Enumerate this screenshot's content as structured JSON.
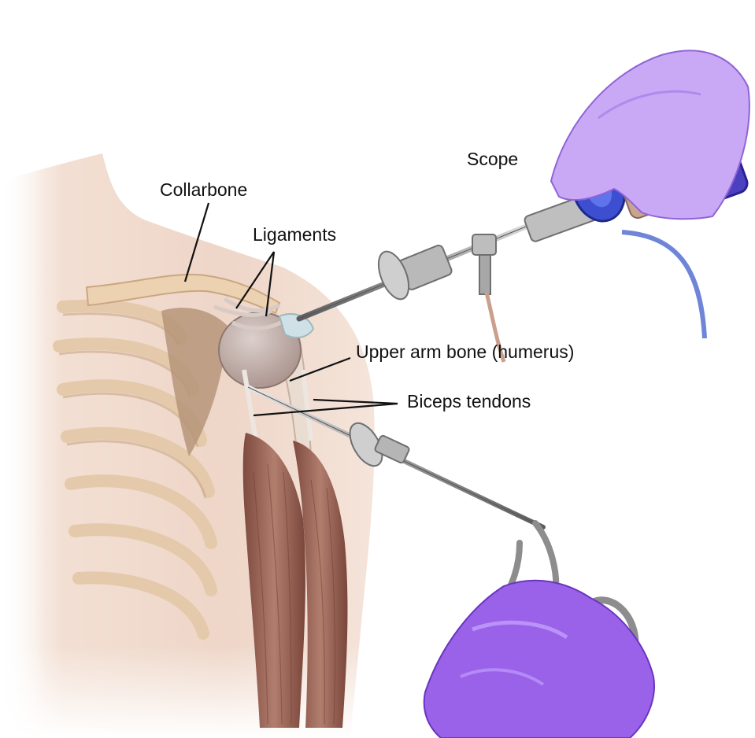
{
  "labels": {
    "scope": "Scope",
    "collarbone": "Collarbone",
    "ligaments": "Ligaments",
    "humerus": "Upper arm bone (humerus)",
    "biceps_tendons": "Biceps tendons"
  },
  "colors": {
    "skin": "#efd8cb",
    "bone": "#ecd2b0",
    "muscle": "#a06a5c",
    "glove": "#9a62e8",
    "scope_blue": "#3d4fd0",
    "instrument": "#a6a6a6",
    "leader_line": "#111111"
  },
  "icons": {
    "scope": "arthroscope",
    "grasper": "surgical-grasper"
  }
}
